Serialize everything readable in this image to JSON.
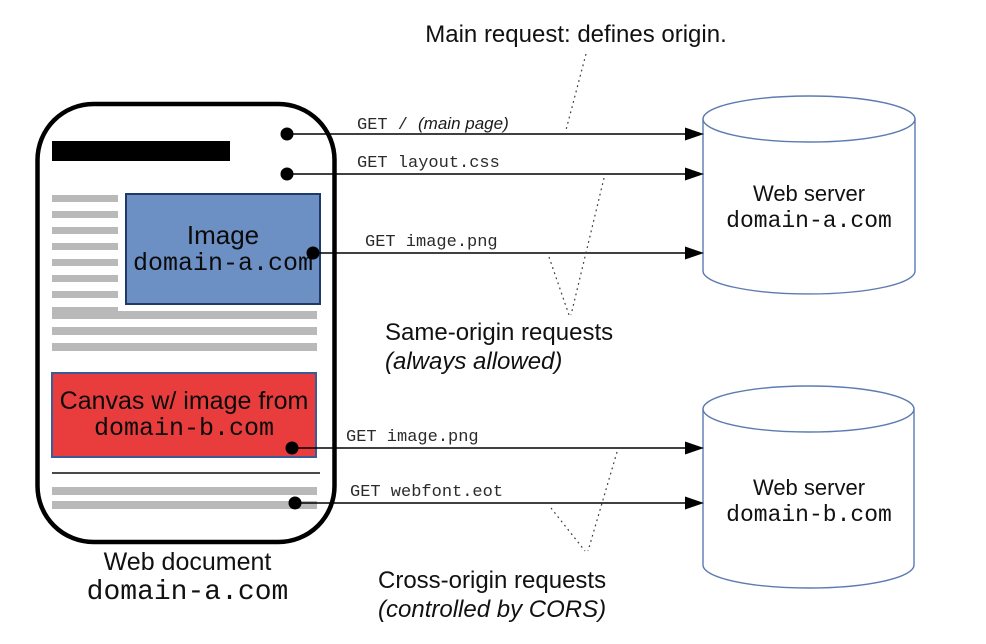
{
  "title": "Main request: defines origin.",
  "document": {
    "label_line1": "Web document",
    "label_line2": "domain-a.com",
    "image_box": {
      "line1": "Image",
      "line2": "domain-a.com"
    },
    "canvas_box": {
      "line1": "Canvas w/ image from",
      "line2": "domain-b.com"
    }
  },
  "requests": {
    "main": {
      "method": "GET /",
      "note": "(main page)"
    },
    "css": {
      "method": "GET layout.css"
    },
    "image_same": {
      "method": "GET image.png"
    },
    "image_cross": {
      "method": "GET image.png"
    },
    "font_cross": {
      "method": "GET webfont.eot"
    }
  },
  "groups": {
    "same_origin": {
      "line1": "Same-origin requests",
      "line2": "(always allowed)"
    },
    "cross_origin": {
      "line1": "Cross-origin requests",
      "line2": "(controlled by CORS)"
    }
  },
  "servers": {
    "a": {
      "line1": "Web server",
      "line2": "domain-a.com"
    },
    "b": {
      "line1": "Web server",
      "line2": "domain-b.com"
    }
  },
  "colors": {
    "background": "#ffffff",
    "document_border": "#000000",
    "title_bar": "#000000",
    "placeholder_line_gray": "#b9b9b9",
    "image_box_fill": "#6c8fc4",
    "image_box_border": "#1f3a68",
    "canvas_box_fill": "#e93c3c",
    "canvas_box_border": "#3a5a9a",
    "cylinder_stroke": "#5d7bb0",
    "arrow_color": "#000000",
    "dotted_line_color": "#3c3c3c"
  }
}
